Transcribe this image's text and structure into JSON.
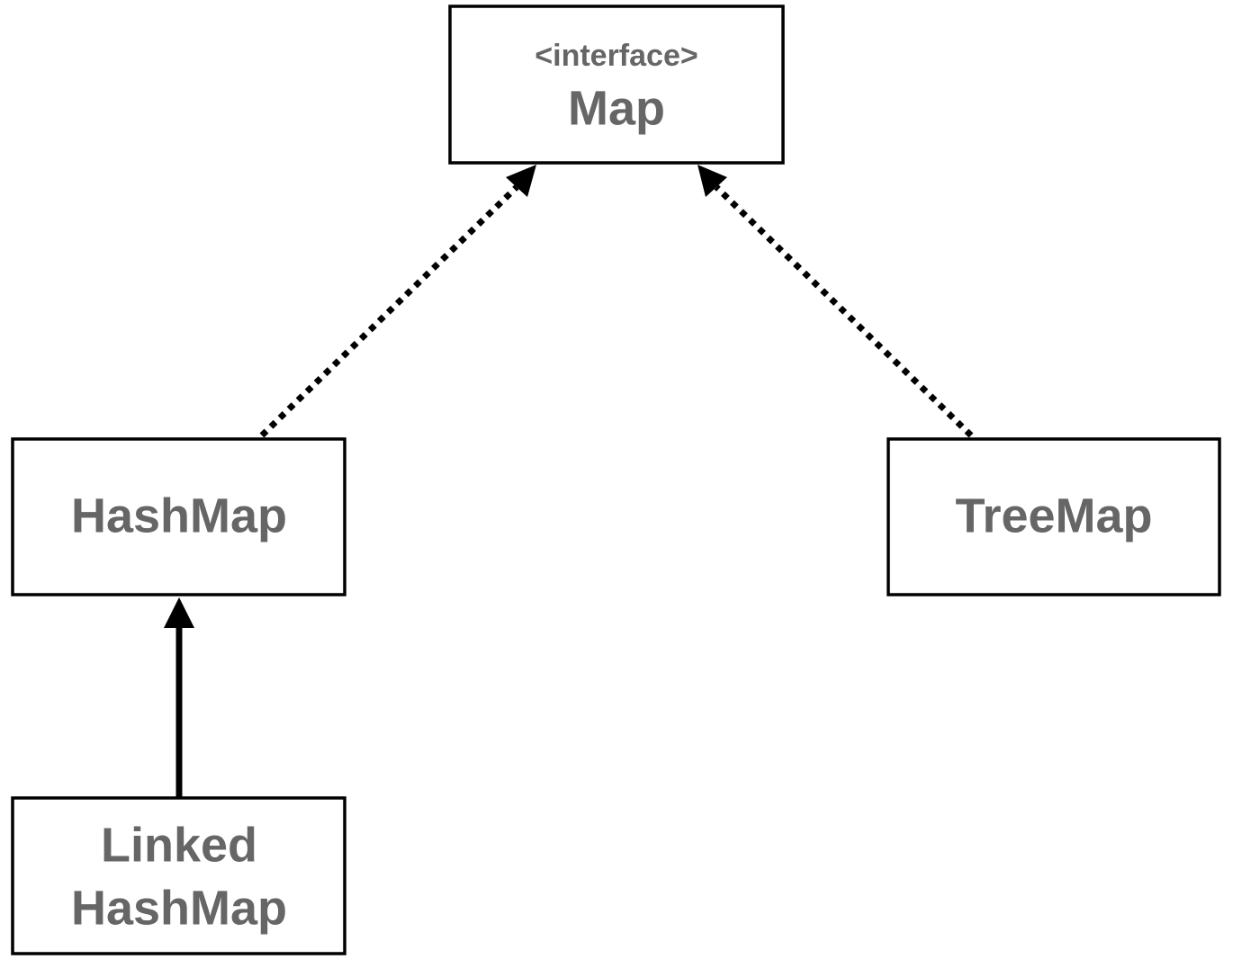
{
  "diagram": {
    "nodes": {
      "map": {
        "stereotype": "<interface>",
        "name": "Map"
      },
      "hashmap": {
        "name": "HashMap"
      },
      "treemap": {
        "name": "TreeMap"
      },
      "linkedhashmap": {
        "name_line1": "Linked",
        "name_line2": "HashMap"
      }
    },
    "edges": [
      {
        "from": "HashMap",
        "to": "Map",
        "style": "dotted",
        "arrow": "filled-triangle"
      },
      {
        "from": "TreeMap",
        "to": "Map",
        "style": "dotted",
        "arrow": "filled-triangle"
      },
      {
        "from": "Linked HashMap",
        "to": "HashMap",
        "style": "solid",
        "arrow": "filled-triangle"
      }
    ],
    "colors": {
      "text": "#666666",
      "stroke": "#000000",
      "background": "#ffffff"
    }
  }
}
